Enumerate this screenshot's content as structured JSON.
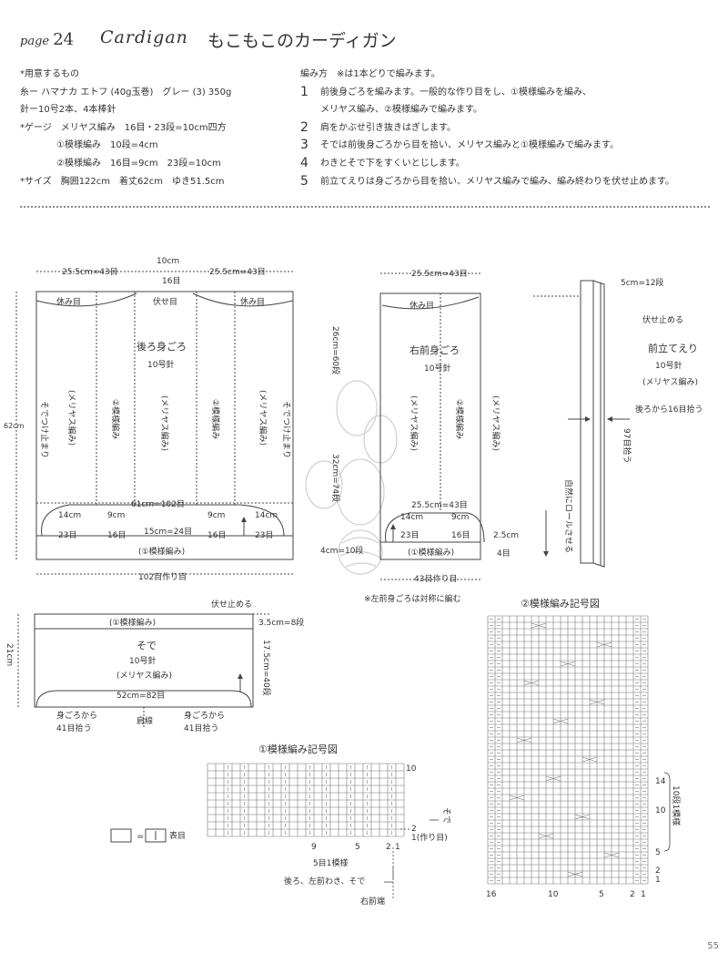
{
  "header": {
    "page_prefix": "page",
    "page_no": "24",
    "title_en": "Cardigan",
    "title_jp": "もこもこのカーディガン"
  },
  "materials": {
    "lines": [
      "*用意するもの",
      "糸ー ハマナカ エトフ (40g玉巻)　グレー (3) 350g",
      "針ー10号2本、4本棒針",
      "*ゲージ　メリヤス編み　16目・23段=10cm四方",
      "　　　　①模様編み　10段=4cm",
      "　　　　②模様編み　16目=9cm　23段=10cm",
      "*サイズ　胸囲122cm　着丈62cm　ゆき51.5cm"
    ]
  },
  "method": {
    "heading": "編み方　※は1本どりで編みます。",
    "steps": [
      {
        "n": "1",
        "text": "前後身ごろを編みます。一般的な作り目をし、①模様編みを編み、"
      },
      {
        "n": "",
        "text": "メリヤス編み、②模様編みで編みます。"
      },
      {
        "n": "2",
        "text": "肩をかぶせ引き抜きはぎします。"
      },
      {
        "n": "3",
        "text": "そでは前後身ごろから目を拾い、メリヤス編みと①模様編みで編みます。"
      },
      {
        "n": "4",
        "text": "わきとそで下をすくいとじします。"
      },
      {
        "n": "5",
        "text": "前立てえりは身ごろから目を拾い、メリヤス編みで編み、編み終わりを伏せ止めます。"
      }
    ]
  },
  "back": {
    "name": "後ろ身ごろ",
    "needle": "10号針",
    "top_left": "25.5cm=43目",
    "top_center_1": "10cm",
    "top_center_2": "16目",
    "top_right": "25.5cm=43目",
    "yasumi_left": "休み目",
    "fusedome": "伏せ目",
    "yasumi_right": "休み目",
    "col_meriyasu": "(メリヤス編み)",
    "col_pattern2": "②模様編み",
    "side_left": "そでつけ止まり",
    "side_right": "そでつけ止まり",
    "height": "62cm",
    "width_mid": "61cm=102目",
    "b_left_1": "14cm",
    "b_left_2": "23目",
    "b_9a_1": "9cm",
    "b_9a_2": "16目",
    "b_center": "15cm=24目",
    "b_9b_1": "9cm",
    "b_9b_2": "16目",
    "b_right_1": "14cm",
    "b_right_2": "23目",
    "pattern1": "(①模様編み)",
    "cast_on": "102目作り目"
  },
  "front": {
    "name": "右前身ごろ",
    "needle": "10号針",
    "top": "25.5cm=43目",
    "yasumi": "休み目",
    "height_upper": "26cm=60段",
    "height_lower": "32cm=74段",
    "band": "4cm=10段",
    "width_mid": "25.5cm=43目",
    "b_left_1": "14cm",
    "b_left_2": "23目",
    "b_9_1": "9cm",
    "b_9_2": "16目",
    "b_right_1": "2.5cm",
    "b_right_2": "4目",
    "pattern1": "(①模様編み)",
    "cast_on": "43目作り目",
    "note": "※左前身ごろは対称に編む"
  },
  "collar": {
    "top": "5cm=12段",
    "bindoff": "伏せ止める",
    "name": "前立てえり",
    "needle": "10号針",
    "stitch": "(メリヤス編み)",
    "pickup": "後ろから16目拾う",
    "pickup_97": "97目拾う",
    "roll": "自然にロールさせる"
  },
  "sleeve": {
    "bindoff": "伏せ止める",
    "pattern1": "(①模様編み)",
    "band": "3.5cm=8段",
    "name": "そで",
    "needle": "10号針",
    "stitch": "(メリヤス編み)",
    "height": "21cm",
    "height_body": "17.5cm=40段",
    "width": "52cm=82目",
    "pick_left_1": "身ごろから",
    "pick_left_2": "41目拾う",
    "shoulder": "肩線",
    "pick_right_1": "身ごろから",
    "pick_right_2": "41目拾う"
  },
  "chart1": {
    "title": "①模様編み記号図",
    "legend": "表目",
    "row_10": "10",
    "row_2": "2",
    "row_1": "1(作り目)",
    "sode": "そで",
    "n9": "9",
    "n5": "5",
    "n2": "2",
    "n1": "1",
    "repeat": "5目1模様",
    "arrow_label": "後ろ、左前わき、そで",
    "front_edge": "右前端"
  },
  "chart2": {
    "title": "②模様編み記号図",
    "r14": "14",
    "r10": "10",
    "r5": "5",
    "r2": "2",
    "r1": "1",
    "repeat": "10段1模様",
    "c16": "16",
    "c10": "10",
    "c5": "5",
    "c2": "2",
    "c1": "1"
  },
  "footer": {
    "page_number": "55"
  }
}
